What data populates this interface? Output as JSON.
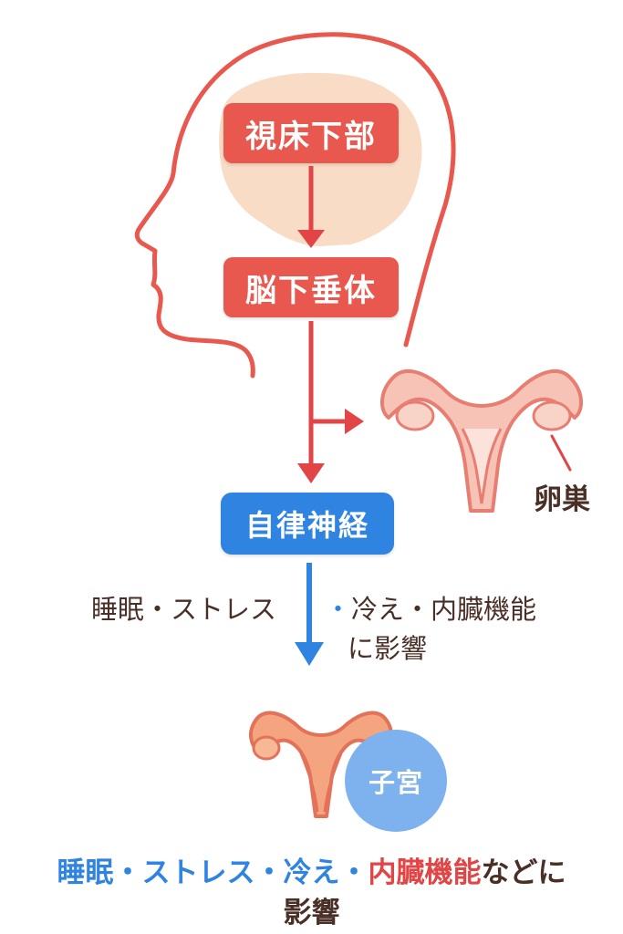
{
  "colors": {
    "accent_red": "#e8584e",
    "arrow_red": "#e14545",
    "brain_beige": "#f9dcc6",
    "accent_blue": "#2f84e2",
    "badge_blue": "#7db2ee",
    "text_brown": "#4a2f27",
    "uterus_fill": "#f4a47e",
    "uterus_outline": "#e2735a",
    "organ_pink_fill": "#f6c3b6",
    "organ_pink_outline": "#e87d72"
  },
  "icons": [
    "head-outline-icon",
    "brain-icon",
    "uterus-ovary-icon",
    "uterus-icon"
  ],
  "nodes": {
    "hypothalamus": "視床下部",
    "pituitary": "脳下垂体",
    "autonomic": "自律神経",
    "ovary": "卵巣",
    "uterus": "子宮"
  },
  "side_labels": {
    "left": "睡眠・ストレス",
    "right_dot": "・",
    "right_line1": "冷え・内臓機能",
    "right_line2": "に影響"
  },
  "summary": {
    "blue_part": "睡眠・ストレス・冷え・",
    "red_part": "内臓機能",
    "brown_part": "などに",
    "line2": "影響"
  }
}
